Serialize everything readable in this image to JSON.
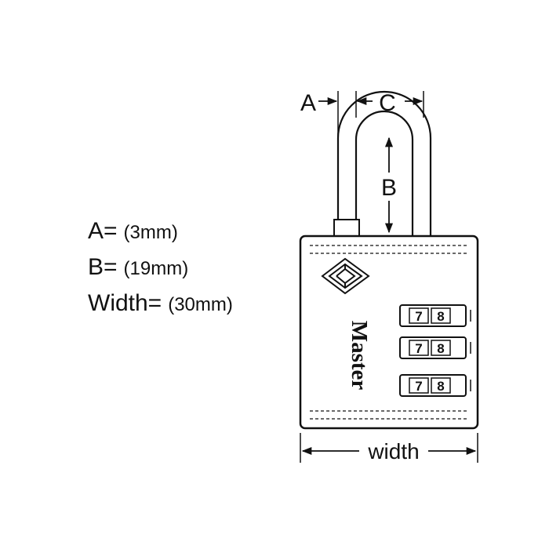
{
  "specs": [
    {
      "label": "A=",
      "value": "(3mm)"
    },
    {
      "label": "B=",
      "value": "(19mm)"
    },
    {
      "label": "Width=",
      "value": "(30mm)"
    }
  ],
  "dimensions": {
    "a_label": "A",
    "b_label": "B",
    "c_label": "C",
    "width_label": "width"
  },
  "lock": {
    "brand": "Master",
    "dials": [
      {
        "digits": [
          "7",
          "8"
        ]
      },
      {
        "digits": [
          "7",
          "8"
        ]
      },
      {
        "digits": [
          "7",
          "8"
        ]
      }
    ]
  },
  "colors": {
    "ink": "#111111",
    "background": "#ffffff"
  }
}
